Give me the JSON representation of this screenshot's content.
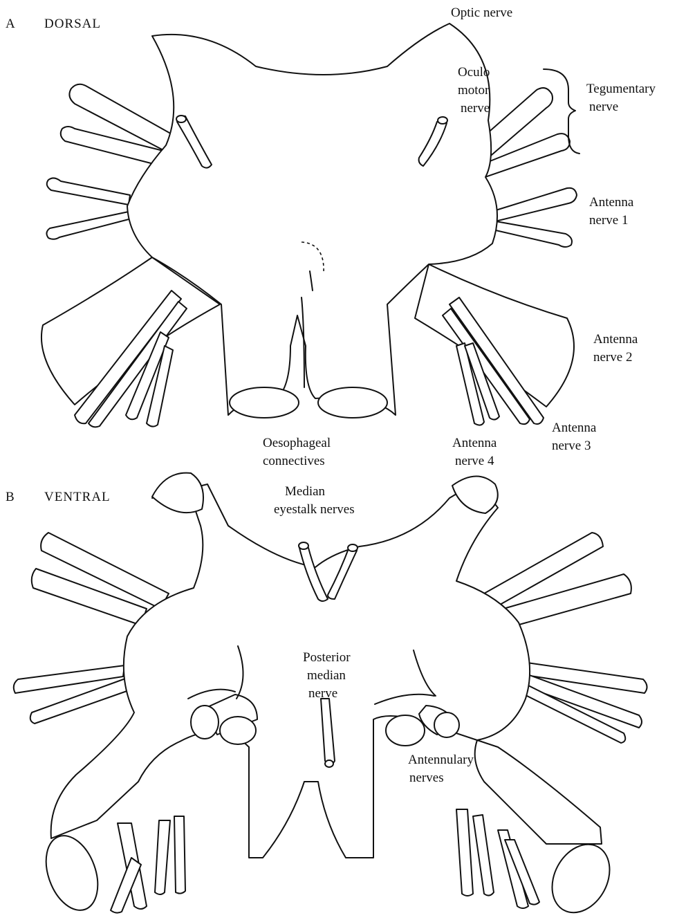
{
  "panel_a": {
    "letter": "A",
    "view": "DORSAL",
    "labels": {
      "optic_nerve": "Optic nerve",
      "oculomotor_l1": "Oculo",
      "oculomotor_l2": "motor",
      "oculomotor_l3": "nerve",
      "tegumentary_l1": "Tegumentary",
      "tegumentary_l2": "nerve",
      "antenna1_l1": "Antenna",
      "antenna1_l2": "nerve 1",
      "antenna2_l1": "Antenna",
      "antenna2_l2": "nerve 2",
      "antenna3_l1": "Antenna",
      "antenna3_l2": "nerve 3",
      "antenna4_l1": "Antenna",
      "antenna4_l2": "nerve 4",
      "oesophageal_l1": "Oesophageal",
      "oesophageal_l2": "connectives"
    }
  },
  "panel_b": {
    "letter": "B",
    "view": "VENTRAL",
    "labels": {
      "median_eyestalk_l1": "Median",
      "median_eyestalk_l2": "eyestalk nerves",
      "posterior_median_l1": "Posterior",
      "posterior_median_l2": "median",
      "posterior_median_l3": "nerve",
      "antennulary_l1": "Antennulary",
      "antennulary_l2": "nerves"
    }
  },
  "colors": {
    "ink": "#111111",
    "paper": "#ffffff"
  }
}
